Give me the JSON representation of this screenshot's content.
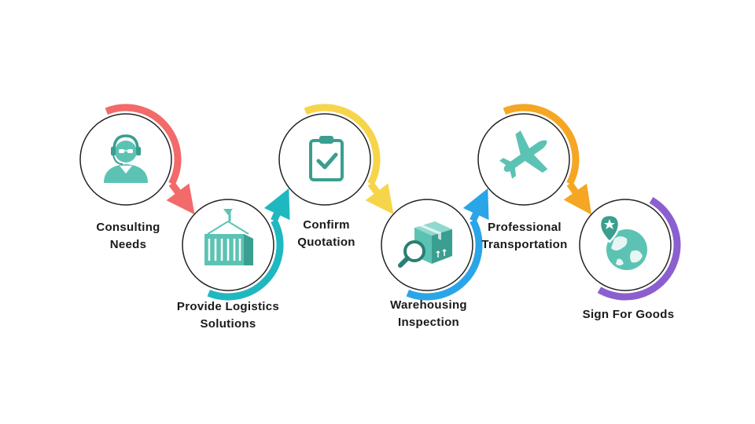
{
  "steps": [
    {
      "label_lines": [
        "Consulting",
        "Needs"
      ],
      "icon": "customer-service-agent-icon",
      "accent": "#f26a6a"
    },
    {
      "label_lines": [
        "Provide Logistics",
        "Solutions"
      ],
      "icon": "shipping-container-icon",
      "accent": "#1fb8c1"
    },
    {
      "label_lines": [
        "Confirm",
        "Quotation"
      ],
      "icon": "clipboard-check-icon",
      "accent": "#f7d54a"
    },
    {
      "label_lines": [
        "Warehousing",
        "Inspection"
      ],
      "icon": "package-inspection-icon",
      "accent": "#2aa5e8"
    },
    {
      "label_lines": [
        "Professional",
        "Transportation"
      ],
      "icon": "airplane-icon",
      "accent": "#f5a623"
    },
    {
      "label_lines": [
        "Sign For Goods"
      ],
      "icon": "globe-location-icon",
      "accent": "#8b5fd0"
    }
  ],
  "colors": {
    "icon_fill": "#5cc3b4",
    "icon_dark": "#3a9e90",
    "circle_stroke": "#222222",
    "text": "#1a1a1a"
  }
}
